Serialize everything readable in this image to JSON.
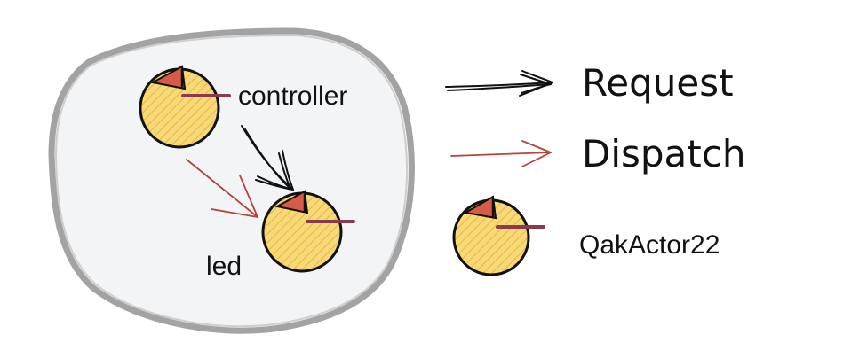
{
  "diagram": {
    "actors": [
      {
        "id": "controller",
        "label": "controller"
      },
      {
        "id": "led",
        "label": "led"
      }
    ],
    "edges": [
      {
        "from": "controller",
        "to": "led",
        "kind": "request"
      },
      {
        "from": "controller",
        "to": "led",
        "kind": "dispatch"
      }
    ]
  },
  "legend": {
    "request_label": "Request",
    "dispatch_label": "Dispatch",
    "actor_label": "QakActor22"
  },
  "colors": {
    "context_fill": "#f3f4f6",
    "context_stroke": "#a3a3a3",
    "actor_fill": "#f7d97a",
    "hatch": "#e8b93c",
    "actor_stroke": "#111111",
    "port": "#8b3a4e",
    "flag": "#d85b4a",
    "request_arrow": "#111111",
    "dispatch_arrow": "#b5433b"
  }
}
